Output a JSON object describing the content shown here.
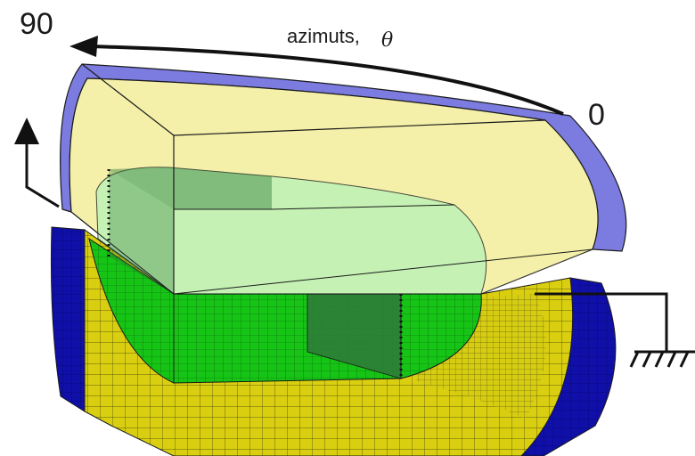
{
  "labels": {
    "angle_90": "90",
    "angle_0": "0",
    "azimuth_text": "azimuts,",
    "azimuth_symbol": "θ"
  },
  "colors": {
    "liner_blue_light": "#7b7be0",
    "liner_blue_dark": "#1010a8",
    "soil_yellow_light": "#f3ee9e",
    "soil_yellow_mesh": "#d9cf10",
    "excavation_green_light": "#b8f3b8",
    "excavation_green_mesh": "#16c416",
    "excavation_green_dark": "#2f7a3a",
    "outline": "#1a1a1a"
  }
}
